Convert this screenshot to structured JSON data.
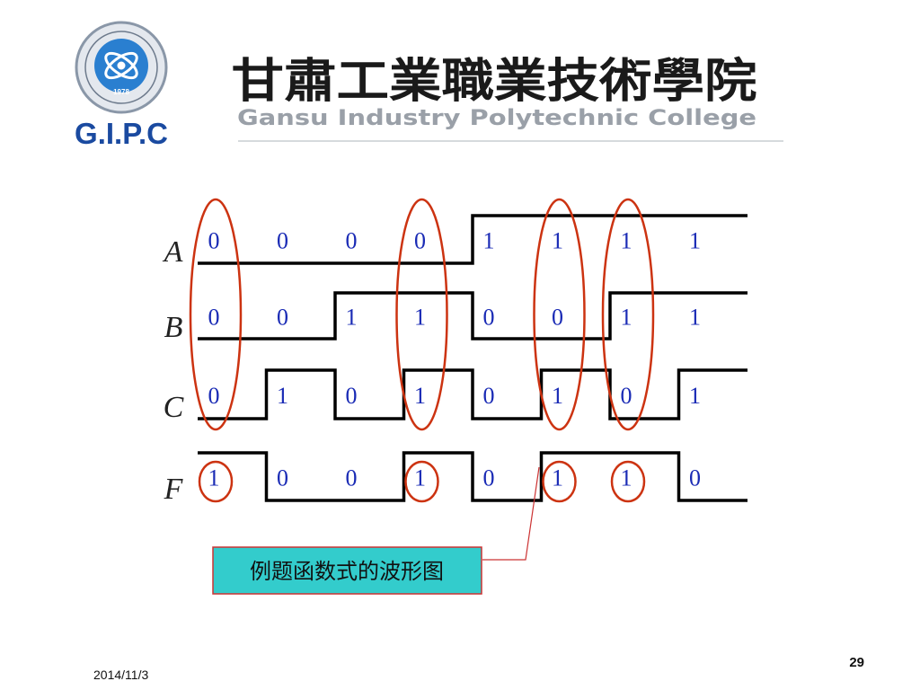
{
  "header": {
    "logo_abbr": "G.I.P.C",
    "logo_year": "1978",
    "school_name_cn": "甘肅工業職業技術學院",
    "school_name_en": "Gansu Industry Polytechnic College"
  },
  "diagram": {
    "signals": [
      {
        "name": "A",
        "bits": [
          "0",
          "0",
          "0",
          "0",
          "1",
          "1",
          "1",
          "1"
        ]
      },
      {
        "name": "B",
        "bits": [
          "0",
          "0",
          "1",
          "1",
          "0",
          "0",
          "1",
          "1"
        ]
      },
      {
        "name": "C",
        "bits": [
          "0",
          "1",
          "0",
          "1",
          "0",
          "1",
          "0",
          "1"
        ]
      },
      {
        "name": "F",
        "bits": [
          "1",
          "0",
          "0",
          "1",
          "0",
          "1",
          "1",
          "0"
        ]
      }
    ],
    "highlighted_columns": [
      0,
      3,
      5,
      6
    ],
    "caption": "例题函数式的波形图"
  },
  "footer": {
    "date": "2014/11/3",
    "page_number": "29"
  },
  "colors": {
    "ellipse": "#cc3311",
    "bit_text": "#1a2bb5",
    "caption_fill": "#33cccc",
    "caption_border": "#cc3333",
    "logo_blue": "#1a4aa0",
    "logo_grey": "#9aa0a8"
  }
}
